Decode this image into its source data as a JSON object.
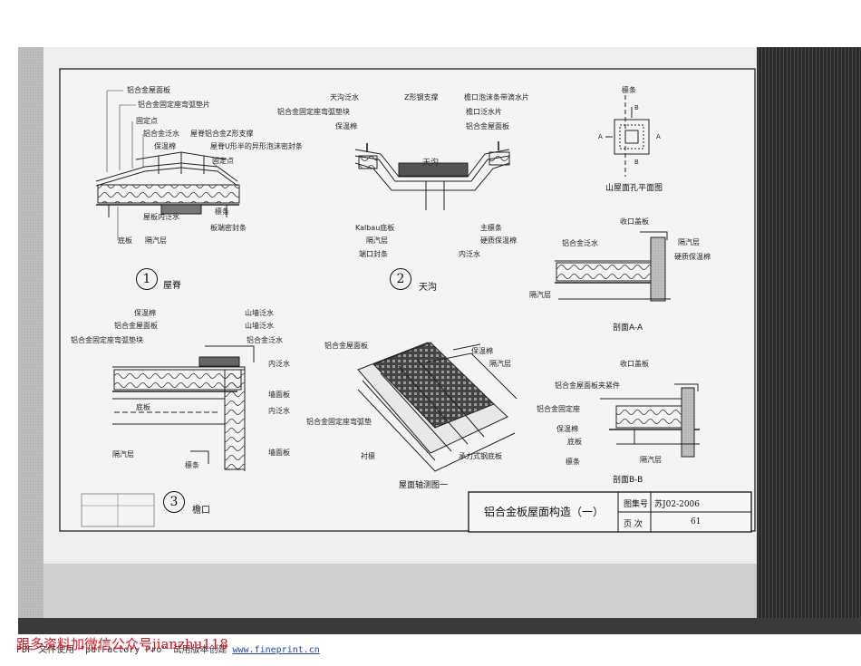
{
  "drawing": {
    "detail1": {
      "number": "1",
      "caption": "屋脊",
      "labels": [
        "铝合金屋面板",
        "铝合金固定座弯弧垫片",
        "固定点",
        "铝合金泛水",
        "屋脊铝合金Z形支撑",
        "保温棉",
        "屋脊U形半的异形泡沫密封条",
        "固定点",
        "屋板内泛水",
        "檩条",
        "板端密封条",
        "底板",
        "隔汽层"
      ]
    },
    "detail2": {
      "number": "2",
      "caption": "天沟",
      "center_label": "天沟",
      "labels": [
        "天沟泛水",
        "Z形钢支撑",
        "檐口泡沫条带滴水片",
        "铝合金固定座弯弧垫块",
        "檐口泛水片",
        "保温棉",
        "铝合金屋面板",
        "Kalbau底板",
        "主檩条",
        "隔汽层",
        "硬质保温棉",
        "端口封条",
        "内泛水"
      ]
    },
    "plan": {
      "caption": "山屋面孔平面图",
      "labels": [
        "檩条",
        "B",
        "B",
        "A",
        "A"
      ]
    },
    "sectionA": {
      "caption": "剖面A-A",
      "labels": [
        "收口盖板",
        "铝合金泛水",
        "隔汽层",
        "硬质保温棉",
        "隔汽层"
      ]
    },
    "detail3": {
      "number": "3",
      "caption": "檐口",
      "labels": [
        "保温棉",
        "铝合金屋面板",
        "铝合金固定座弯弧垫块",
        "山墙泛水",
        "山墙泛水",
        "铝合金泛水",
        "内泛水",
        "墙面板",
        "底板",
        "内泛水",
        "隔汽层",
        "墙面板",
        "檩条"
      ]
    },
    "iso": {
      "caption": "屋面轴测图一",
      "labels": [
        "铝合金屋面板",
        "保温棉",
        "隔汽层",
        "铝合金固定座弯弧垫",
        "衬檩",
        "承力式钢底板"
      ]
    },
    "sectionB": {
      "caption": "剖面B-B",
      "labels": [
        "收口盖板",
        "铝合金屋面板夹紧件",
        "铝合金固定座",
        "保温棉",
        "底板",
        "檩条",
        "隔汽层"
      ]
    },
    "title_block": {
      "title": "铝合金板屋面构造（一）",
      "atlas_label": "图集号",
      "atlas_no": "苏J02-2006",
      "page_label": "页 次",
      "page_no": "61"
    }
  },
  "footer": {
    "watermark": "跟多资料加微信公众号jianzhu118",
    "pdf_prefix": "PDF 文件使用 \"pdfFactory Pro\" 试用版本创建",
    "pdf_link": "www.fineprint.cn"
  }
}
